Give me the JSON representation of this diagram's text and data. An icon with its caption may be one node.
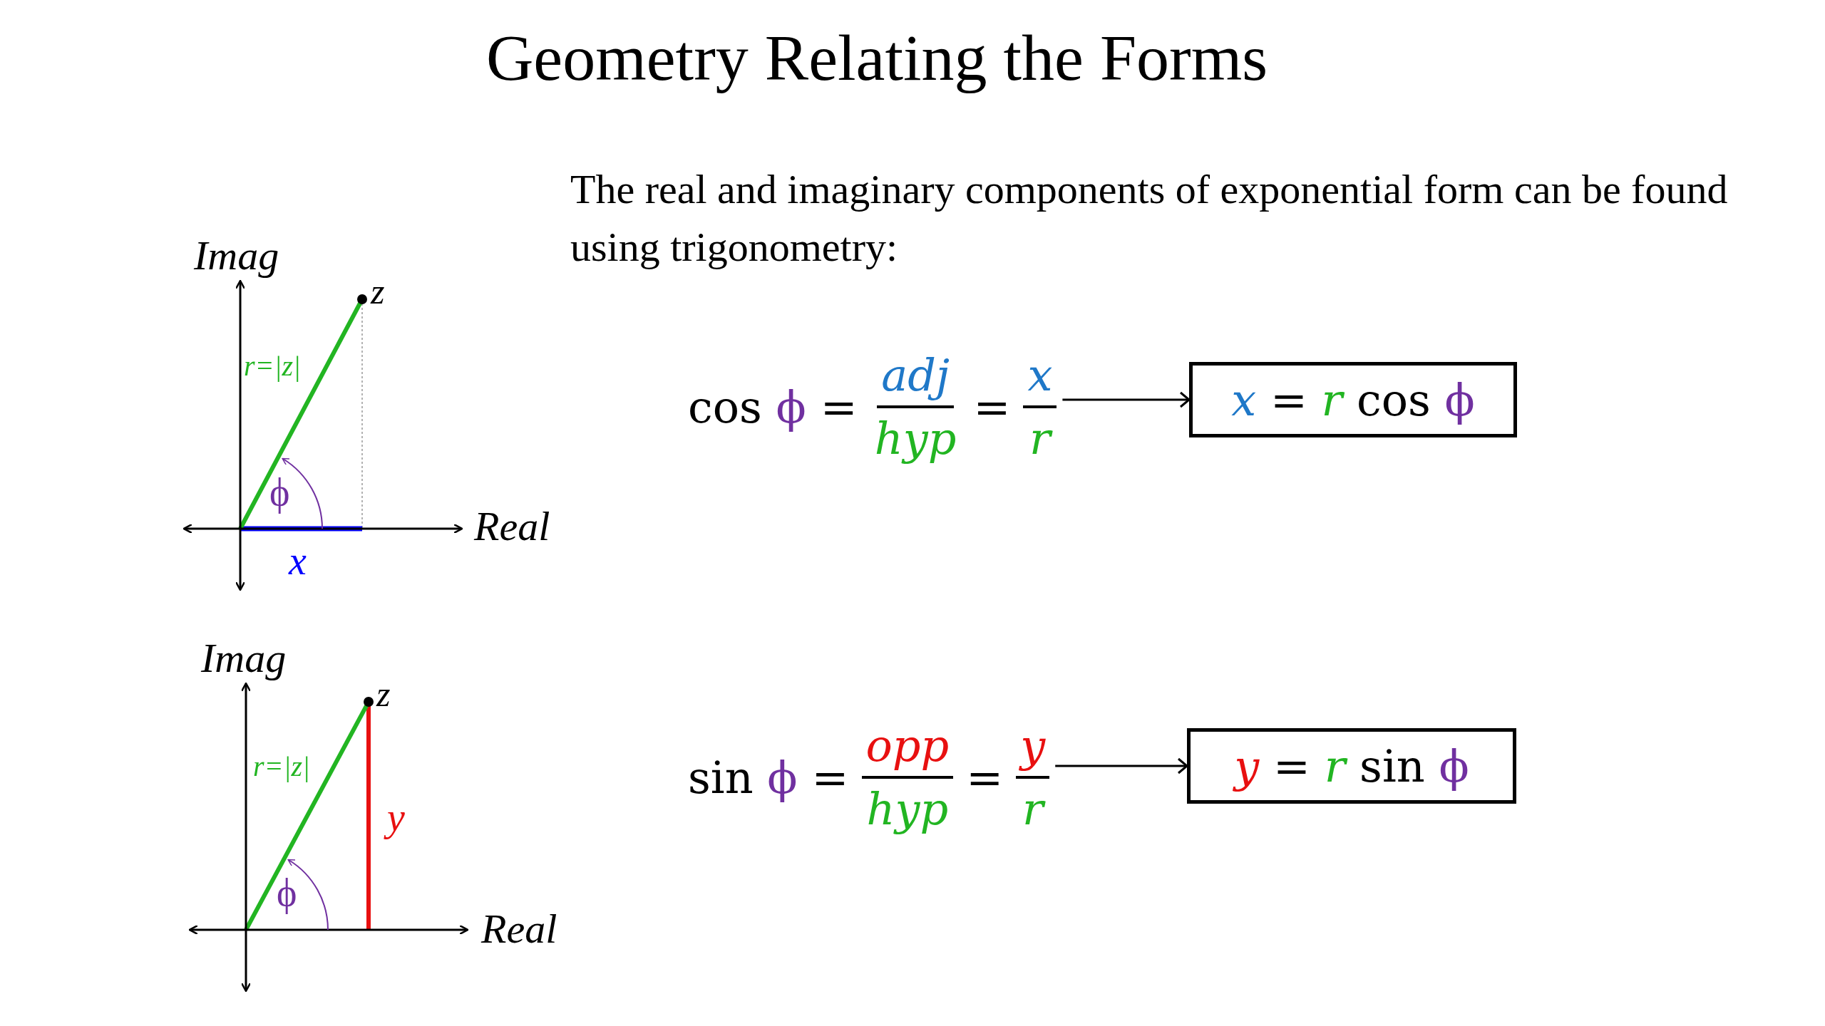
{
  "diagram": {
    "title": "Geometry Relating the Forms",
    "nodes": [
      {
        "text": [
          "cos ϕ",
          "=",
          "adj",
          "hyp",
          "=",
          "x",
          "r"
        ]
      },
      {
        "text": [
          "x = r cos ϕ"
        ]
      },
      {
        "text": [
          "sin ϕ",
          "=",
          "opp",
          "hyp",
          "=",
          "y",
          "r"
        ]
      },
      {
        "text": [
          "y = r sin ϕ"
        ]
      }
    ],
    "edges": [
      {
        "from": 0,
        "to": 1,
        "arrow": "to"
      },
      {
        "from": 2,
        "to": 3,
        "arrow": "to"
      }
    ],
    "labels": [
      "The real and imaginary components of exponential form can be found using trigonometry:",
      "Imag",
      "z",
      "r=|z|",
      "ϕ",
      "Real",
      "x",
      "Imag",
      "z",
      "r=|z|",
      "ϕ",
      "y",
      "Real"
    ]
  }
}
